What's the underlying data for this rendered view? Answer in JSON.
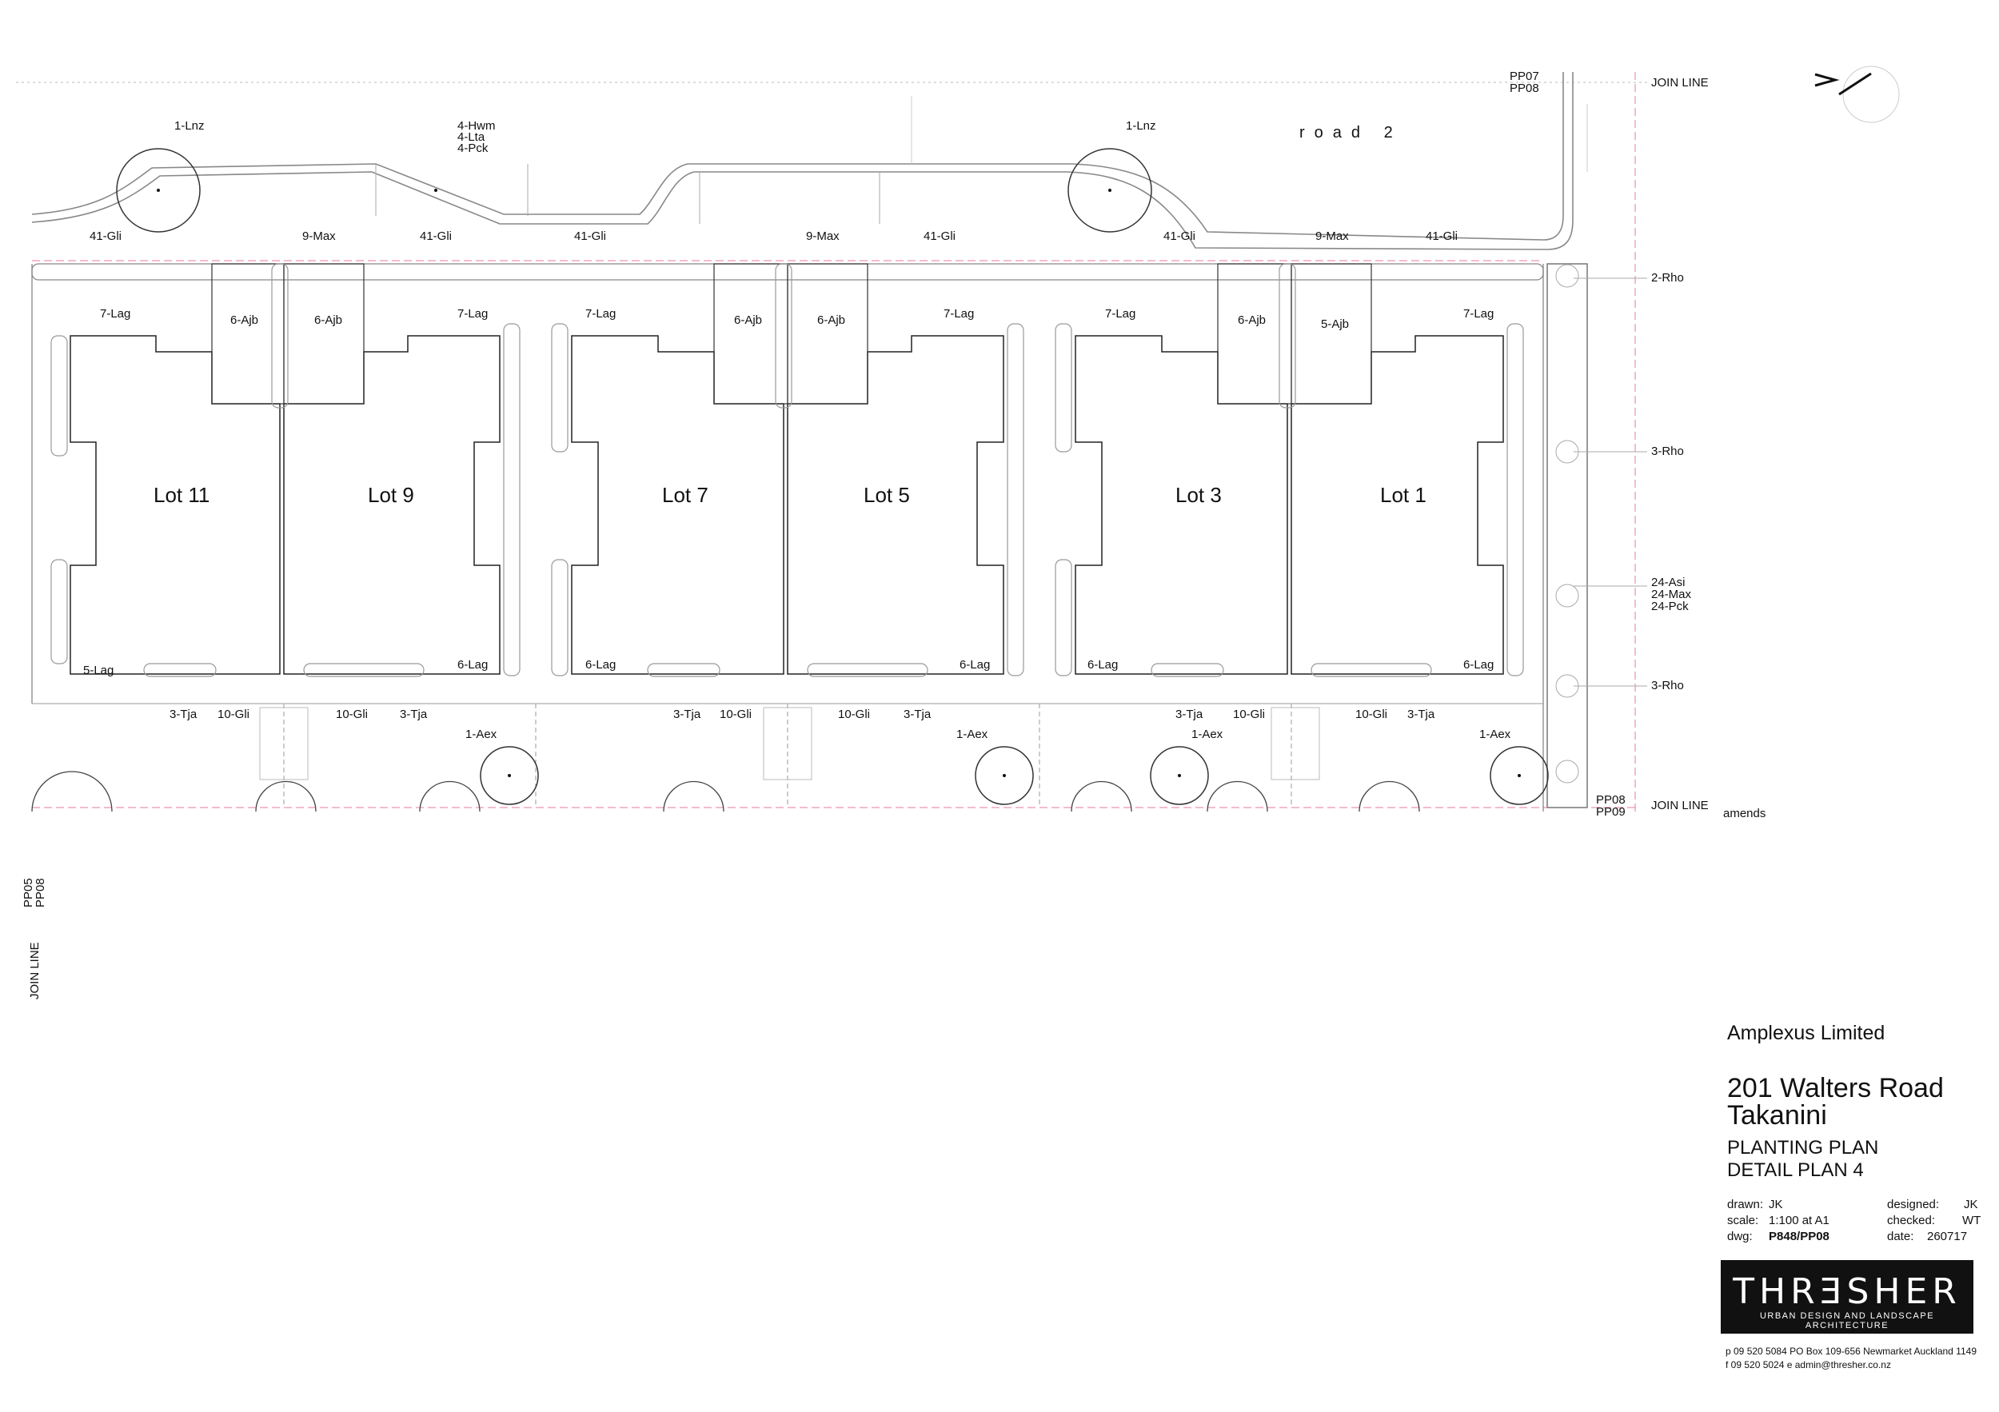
{
  "road_label": "road 2",
  "join_lines": {
    "top": "JOIN LINE",
    "top_refs": [
      "PP07",
      "PP08"
    ],
    "right": "JOIN LINE",
    "right_refs": [
      "PP08",
      "PP09"
    ],
    "left": "JOIN LINE",
    "left_refs": [
      "PP05",
      "PP08"
    ],
    "amends": "amends"
  },
  "lots": [
    "Lot 11",
    "Lot 9",
    "Lot 7",
    "Lot 5",
    "Lot 3",
    "Lot 1"
  ],
  "plant_labels": {
    "trees_top": [
      "1-Lnz",
      "1-Lnz"
    ],
    "berm": [
      "4-Hwm",
      "4-Lta",
      "4-Pck"
    ],
    "frontage": [
      "41-Gli",
      "9-Max",
      "41-Gli",
      "41-Gli",
      "9-Max",
      "41-Gli",
      "41-Gli",
      "9-Max",
      "41-Gli"
    ],
    "ajb": [
      "6-Ajb",
      "6-Ajb",
      "6-Ajb",
      "6-Ajb",
      "6-Ajb",
      "5-Ajb"
    ],
    "lag_top": [
      "7-Lag",
      "7-Lag",
      "7-Lag",
      "7-Lag",
      "7-Lag",
      "7-Lag"
    ],
    "lag_bottom": [
      "5-Lag",
      "6-Lag",
      "6-Lag",
      "6-Lag",
      "6-Lag",
      "6-Lag"
    ],
    "rear": [
      "3-Tja",
      "10-Gli",
      "10-Gli",
      "3-Tja",
      "3-Tja",
      "10-Gli",
      "10-Gli",
      "3-Tja",
      "3-Tja",
      "10-Gli",
      "10-Gli",
      "3-Tja"
    ],
    "aex": [
      "1-Aex",
      "1-Aex",
      "1-Aex",
      "1-Aex"
    ],
    "side": [
      "2-Rho",
      "3-Rho",
      "3-Rho"
    ],
    "side_mix": [
      "24-Asi",
      "24-Max",
      "24-Pck"
    ]
  },
  "title_block": {
    "client": "Amplexus Limited",
    "address_line1": "201 Walters Road",
    "address_line2": "Takanini",
    "title1": "PLANTING PLAN",
    "title2": "DETAIL PLAN 4",
    "drawn_label": "drawn:",
    "drawn": "JK",
    "scale_label": "scale:",
    "scale": "1:100 at A1",
    "dwg_label": "dwg:",
    "dwg": "P848/PP08",
    "designed_label": "designed:",
    "designed": "JK",
    "checked_label": "checked:",
    "checked": "WT",
    "date_label": "date:",
    "date": "260717"
  },
  "logo": {
    "wordmark": "THRƎSHER",
    "tagline": "URBAN DESIGN AND LANDSCAPE ARCHITECTURE"
  },
  "contact": {
    "line1": "p 09 520 5084   PO Box 109-656  Newmarket  Auckland 1149",
    "line2": "f 09 520 5024   e  admin@thresher.co.nz"
  }
}
